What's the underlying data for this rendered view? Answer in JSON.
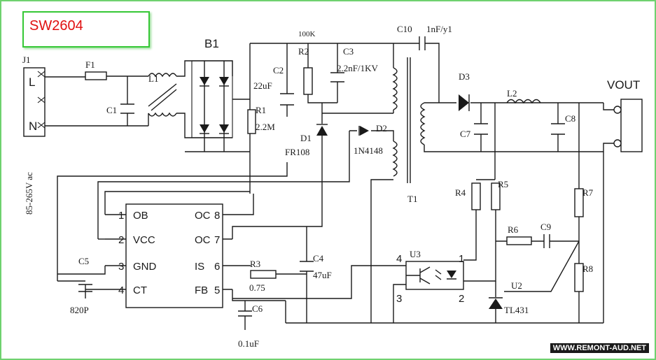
{
  "title": "SW2604",
  "watermark": "WWW.REMONT-AUD.NET",
  "input": {
    "connector": "J1",
    "pin_l": "L",
    "pin_n": "N",
    "voltage": "85-265V ac"
  },
  "components": {
    "f1": "F1",
    "l1": "L1",
    "c1": "C1",
    "b1": "B1",
    "c2": "C2",
    "c2_val": "22uF",
    "r1": "R1",
    "r1_val": "2.2M",
    "r2_val": "100K",
    "r2": "R2",
    "c3": "C3",
    "c3_val": "2.2nF/1KV",
    "d1": "D1",
    "d1_part": "FR108",
    "d2": "D2",
    "d2_part": "1N4148",
    "c10": "C10",
    "c10_val": "1nF/y1",
    "t1": "T1",
    "d3": "D3",
    "l2": "L2",
    "c7": "C7",
    "c8": "C8",
    "vout": "VOUT",
    "r4": "R4",
    "r5": "R5",
    "r7": "R7",
    "r6": "R6",
    "c9": "C9",
    "r8": "R8",
    "u2": "U2",
    "u2_part": "TL431",
    "u3": "U3",
    "c4": "C4",
    "c4_val": "47uF",
    "r3": "R3",
    "r3_val": "0.75",
    "c6": "C6",
    "c6_val": "0.1uF",
    "c5": "C5",
    "c5_val": "820P"
  },
  "ic": {
    "left_pins": [
      {
        "num": "1",
        "name": "OB"
      },
      {
        "num": "2",
        "name": "VCC"
      },
      {
        "num": "3",
        "name": "GND"
      },
      {
        "num": "4",
        "name": "CT"
      }
    ],
    "right_pins": [
      {
        "num": "8",
        "name": "OC"
      },
      {
        "num": "7",
        "name": "OC"
      },
      {
        "num": "6",
        "name": "IS"
      },
      {
        "num": "5",
        "name": "FB"
      }
    ]
  },
  "optocoupler_pins": {
    "p4": "4",
    "p1": "1",
    "p3": "3",
    "p2": "2"
  }
}
